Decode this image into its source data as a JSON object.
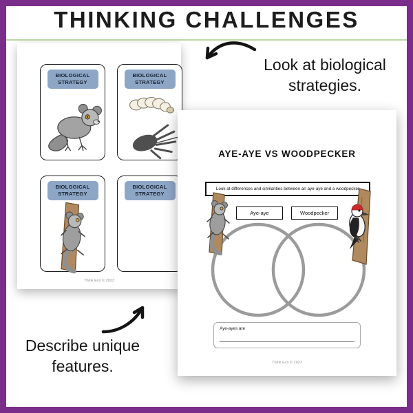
{
  "header": {
    "title": "THINKING CHALLENGES"
  },
  "annotations": {
    "top_right": "Look at biological strategies.",
    "bottom_left": "Describe unique features."
  },
  "left_page": {
    "cards": [
      {
        "label": "BIOLOGICAL STRATEGY",
        "illustration": "aye-aye"
      },
      {
        "label": "BIOLOGICAL STRATEGY",
        "illustration": "larva-and-hand"
      },
      {
        "label": "BIOLOGICAL STRATEGY",
        "illustration": "aye-aye-climbing-trunk"
      },
      {
        "label": "BIOLOGICAL STRATEGY",
        "illustration": "covered-by-overlapping-page"
      }
    ],
    "footer": "Think Eco © 2023"
  },
  "worksheet": {
    "title": "AYE-AYE VS WOODPECKER",
    "instruction": "Look at differences and similarities between an aye-aye and a woodpecker",
    "labels": {
      "left": "Aye-aye",
      "right": "Woodpecker"
    },
    "prompt": "Aye-ayes are",
    "footer": "Think Eco © 2023"
  },
  "colors": {
    "frame": "#7b2d8b",
    "divider": "#bcd8a5",
    "badge": "#8ea6c6",
    "venn": "#9b9b9b",
    "ink": "#161616"
  }
}
